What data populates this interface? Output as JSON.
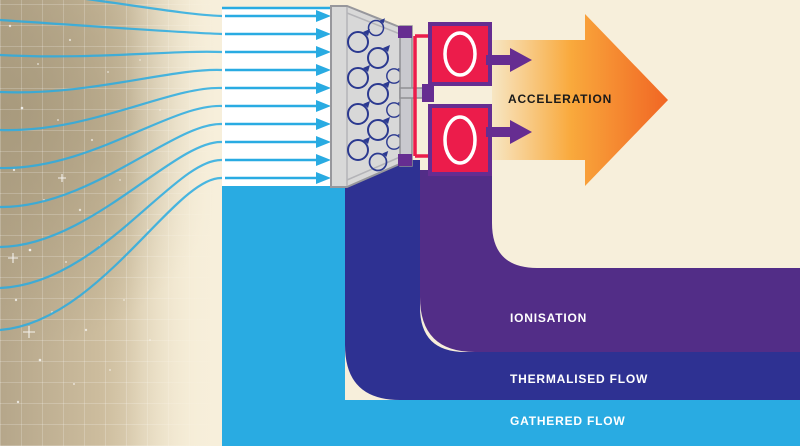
{
  "bands": [
    {
      "id": "ionisation",
      "label": "IONISATION",
      "color": "#522d87",
      "text_color": "#ffffff"
    },
    {
      "id": "thermalised-flow",
      "label": "THERMALISED FLOW",
      "color": "#2e3192",
      "text_color": "#ffffff"
    },
    {
      "id": "gathered-flow",
      "label": "GATHERED FLOW",
      "color": "#29abe2",
      "text_color": "#ffffff"
    }
  ],
  "acceleration": {
    "label": "ACCELERATION",
    "text_color": "#1a1a1a"
  },
  "colors": {
    "background": "#f7efdb",
    "flow_blue": "#29abe2",
    "vortex_blue": "#2b3990",
    "funnel_grey": "#d8d8d8",
    "coil_red": "#ec1c4b",
    "chamber_purple": "#662d91",
    "exhaust_purple": "#662d91",
    "acceleration_gradient": [
      "#f7e6c3",
      "#f9a93c",
      "#f16624"
    ]
  }
}
